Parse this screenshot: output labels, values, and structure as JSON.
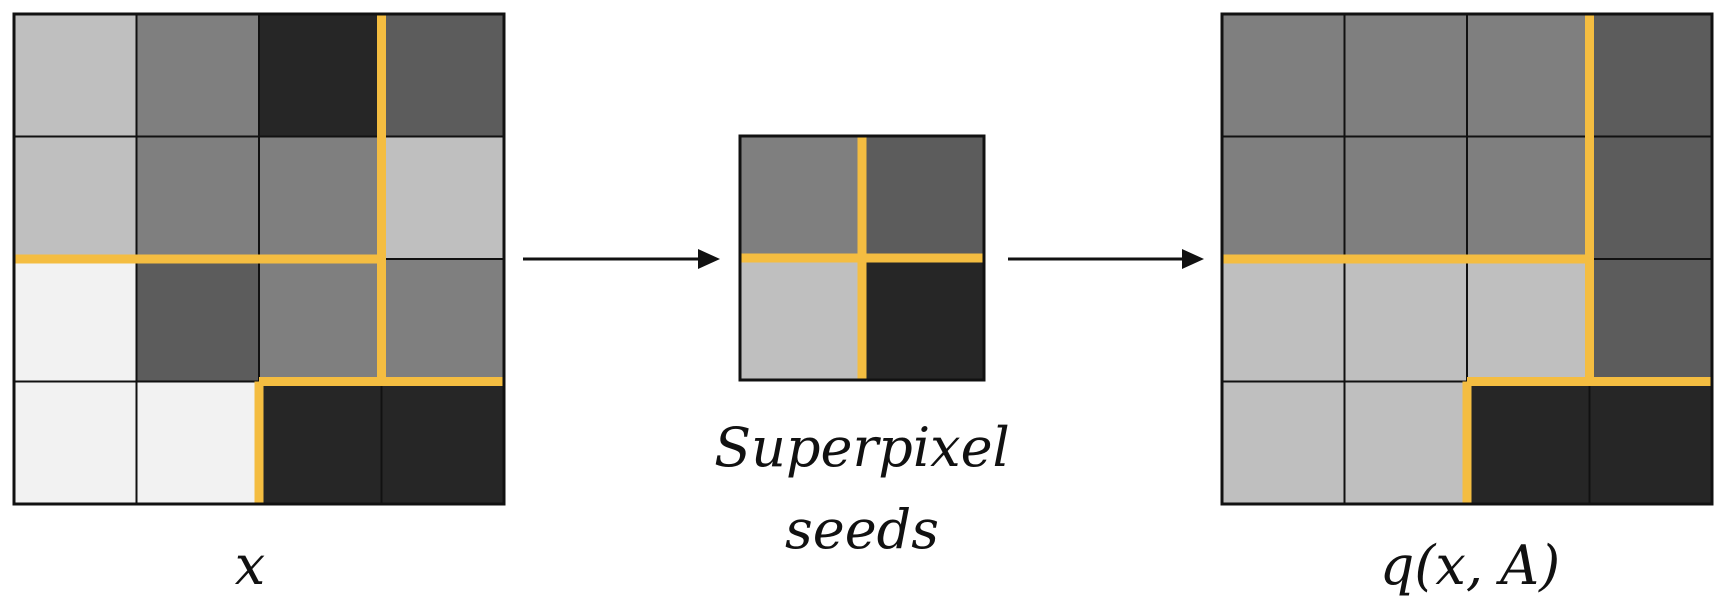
{
  "colors": {
    "boundary": "#f4bd41",
    "grid_line": "#111111",
    "arrow": "#111111",
    "shade_lightest": "#f2f2f2",
    "shade_light": "#bfbfbf",
    "shade_mid": "#7f7f7f",
    "shade_dark": "#5c5c5c",
    "shade_darkest": "#262626"
  },
  "panels": [
    {
      "id": "input",
      "label": "x",
      "rows": 4,
      "cols": 4,
      "cells": [
        [
          "shade_light",
          "shade_mid",
          "shade_darkest",
          "shade_dark"
        ],
        [
          "shade_light",
          "shade_mid",
          "shade_mid",
          "shade_light"
        ],
        [
          "shade_lightest",
          "shade_dark",
          "shade_mid",
          "shade_mid"
        ],
        [
          "shade_lightest",
          "shade_lightest",
          "shade_darkest",
          "shade_darkest"
        ]
      ]
    },
    {
      "id": "seeds",
      "label_lines": [
        "Superpixel",
        "seeds"
      ],
      "rows": 2,
      "cols": 2,
      "cells": [
        [
          "shade_mid",
          "shade_dark"
        ],
        [
          "shade_light",
          "shade_darkest"
        ]
      ]
    },
    {
      "id": "output",
      "label": "q(x, A)",
      "rows": 4,
      "cols": 4,
      "cells": [
        [
          "shade_mid",
          "shade_mid",
          "shade_mid",
          "shade_dark"
        ],
        [
          "shade_mid",
          "shade_mid",
          "shade_mid",
          "shade_dark"
        ],
        [
          "shade_light",
          "shade_light",
          "shade_light",
          "shade_dark"
        ],
        [
          "shade_light",
          "shade_light",
          "shade_darkest",
          "shade_darkest"
        ]
      ]
    }
  ]
}
